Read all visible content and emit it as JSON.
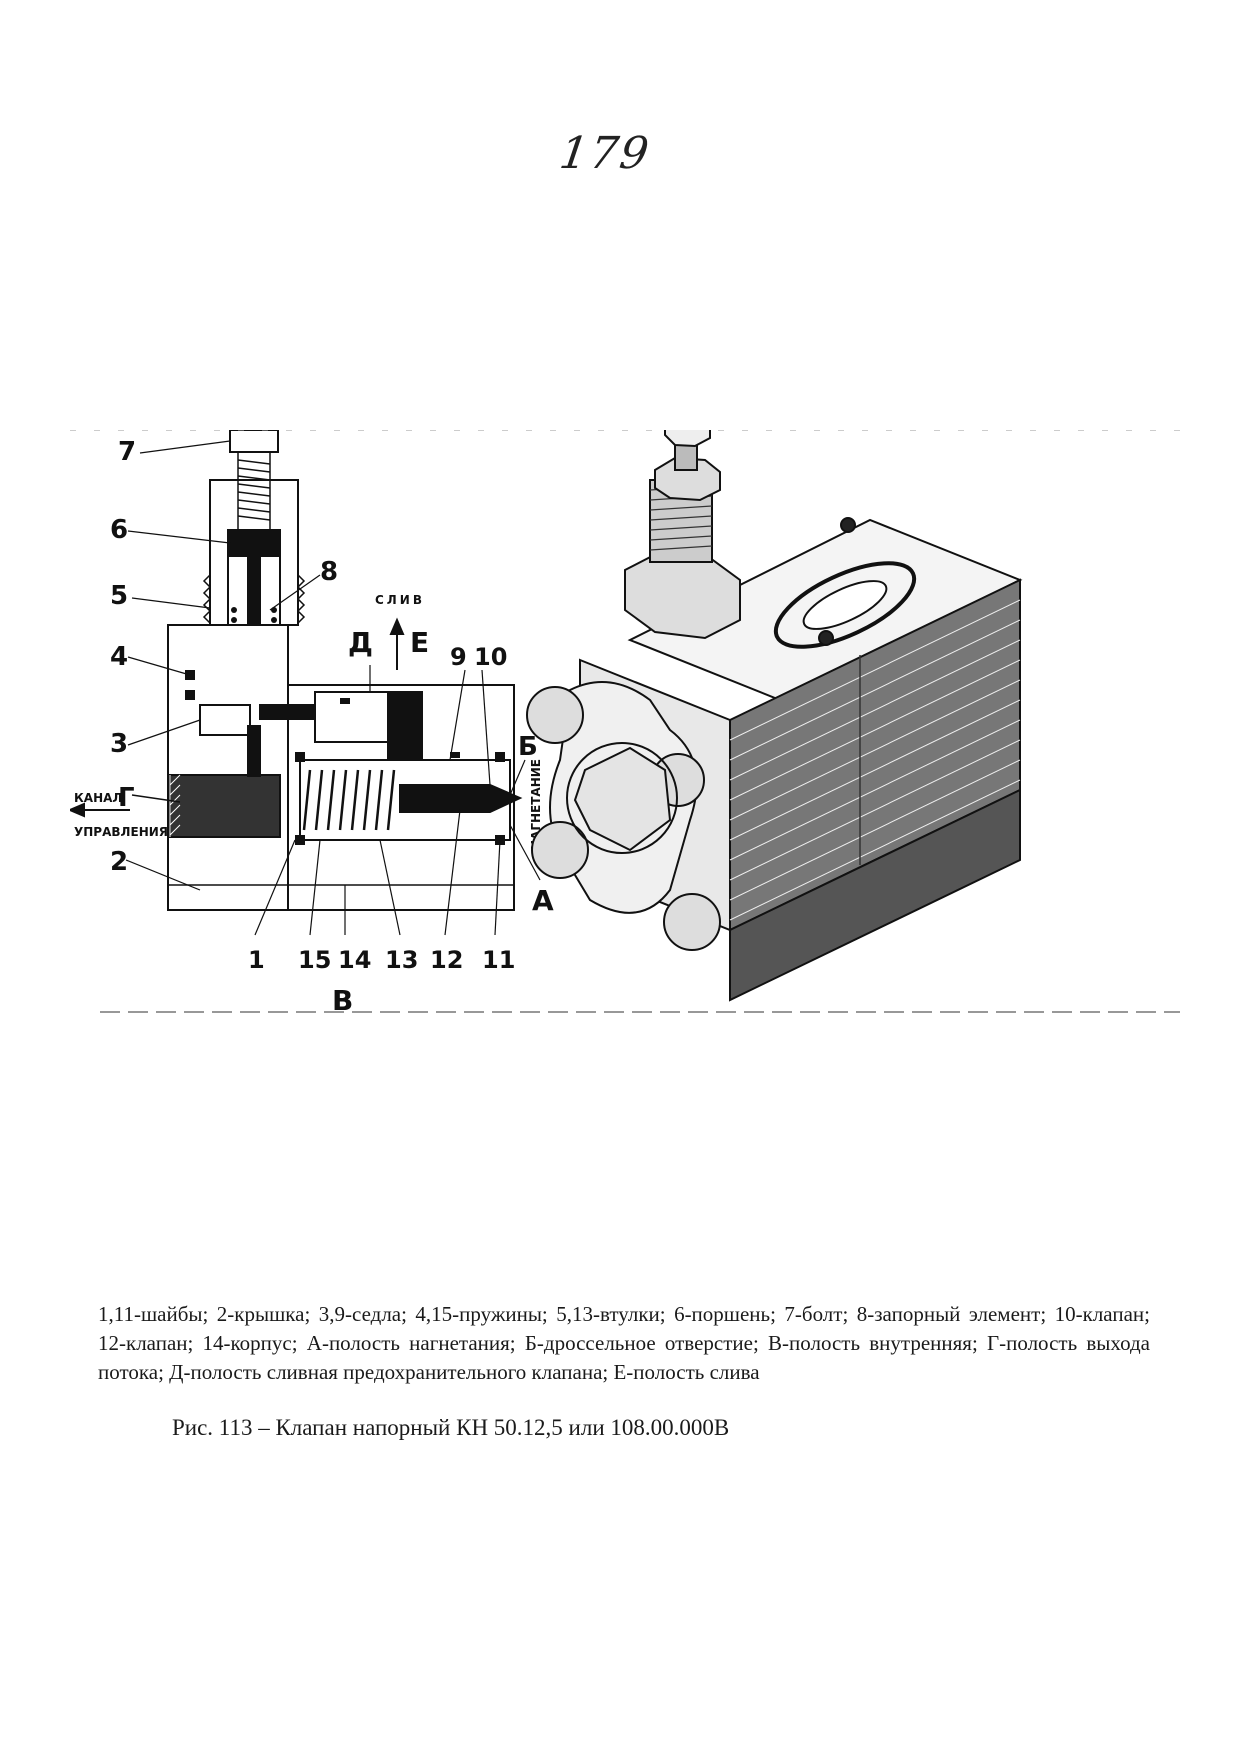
{
  "page": {
    "number": "179"
  },
  "figure": {
    "labels": {
      "n1": "1",
      "n2": "2",
      "n3": "3",
      "n4": "4",
      "n5": "5",
      "n6": "6",
      "n7": "7",
      "n8": "8",
      "n9": "9",
      "n10": "10",
      "n11": "11",
      "n12": "12",
      "n13": "13",
      "n14": "14",
      "n15": "15",
      "A": "А",
      "B": "Б",
      "V": "В",
      "G": "Г",
      "D": "Д",
      "E": "Е",
      "sliv": "СЛИВ",
      "nagnetanie": "НАГНЕТАНИЕ",
      "kanal": "КАНАЛ",
      "upravleniya": "УПРАВЛЕНИЯ"
    }
  },
  "legend": {
    "text": "1,11-шайбы; 2-крышка; 3,9-седла; 4,15-пружины; 5,13-втулки; 6-поршень; 7-болт; 8-запорный элемент; 10-клапан; 12-клапан; 14-корпус; А-полость нагнетания; Б-дроссельное отверстие; В-полость внутренняя; Г-полость выхода потока; Д-полость сливная предохранительного клапана; Е-полость слива"
  },
  "caption": {
    "text": "Рис. 113 – Клапан напорный КН 50.12,5 или 108.00.000В"
  }
}
